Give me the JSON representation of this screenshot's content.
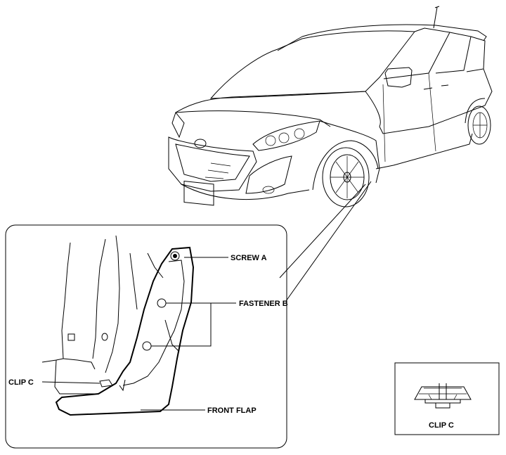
{
  "labels": {
    "screw_a": "SCREW A",
    "fastener_b": "FASTENER B",
    "clip_c": "CLIP C",
    "front_flap": "FRONT FLAP",
    "inset_clip_c": "CLIP C"
  }
}
